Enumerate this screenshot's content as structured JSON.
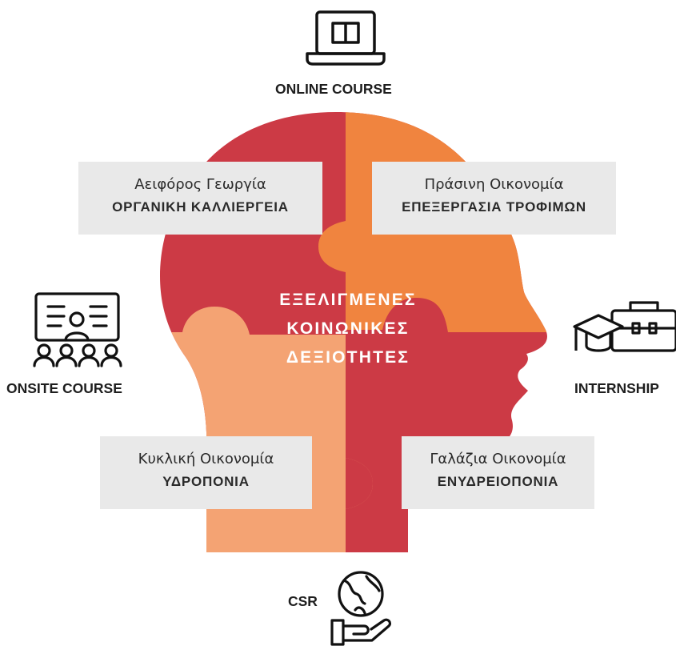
{
  "center_title": {
    "line1": "ΕΞΕΛΙΓΜΕΝΕΣ",
    "line2": "ΚΟΙΝΩΝΙΚΕΣ",
    "line3": "ΔΕΞΙΟΤΗΤΕΣ"
  },
  "boxes": {
    "top_left": {
      "subtitle": "Αειφόρος Γεωργία",
      "title": "ΟΡΓΑΝΙΚΗ ΚΑΛΛΙΕΡΓΕΙΑ"
    },
    "top_right": {
      "subtitle": "Πράσινη Οικονομία",
      "title": "ΕΠΕΞΕΡΓΑΣΙΑ ΤΡΟΦΙΜΩΝ"
    },
    "bottom_left": {
      "subtitle": "Κυκλική Οικονομία",
      "title": "ΥΔΡΟΠΟΝΙΑ"
    },
    "bottom_right": {
      "subtitle": "Γαλάζια Οικονομία",
      "title": "ΕΝΥΔΡΕΙΟΠΟΝΙΑ"
    }
  },
  "side_labels": {
    "top": "ONLINE COURSE",
    "left": "ONSITE COURSE",
    "right": "INTERNSHIP",
    "bottom": "CSR"
  },
  "icons": {
    "top": "laptop-book-icon",
    "left": "classroom-icon",
    "right": "graduation-briefcase-icon",
    "bottom": "globe-hand-icon"
  },
  "colors": {
    "red": "#cc3a45",
    "orange": "#f0843f",
    "peach": "#f4a373",
    "box_gray": "#e9e9e9"
  }
}
